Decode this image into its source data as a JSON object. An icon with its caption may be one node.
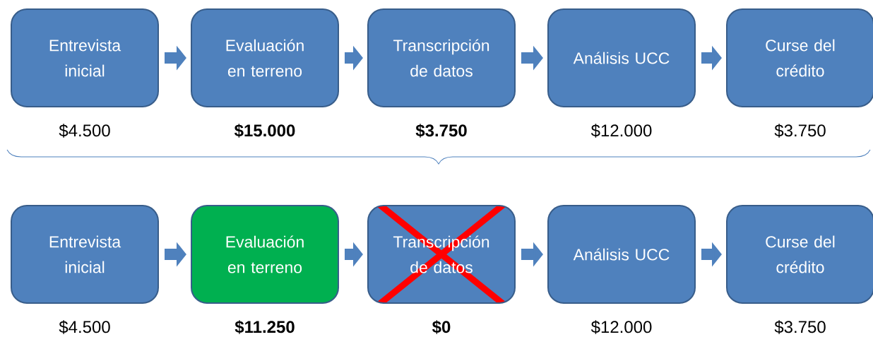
{
  "diagram": {
    "nodes": [
      {
        "text": [
          "Entrevista inicial"
        ],
        "beside": [
          "$4.500"
        ]
      },
      {
        "text": [
          "Evaluación en terreno"
        ],
        "beside": [
          "$15.000"
        ]
      },
      {
        "text": [
          "Transcripción de datos"
        ],
        "beside": [
          "$3.750"
        ]
      },
      {
        "text": [
          "Análisis UCC"
        ],
        "beside": [
          "$12.000"
        ]
      },
      {
        "text": [
          "Curse del crédito"
        ],
        "beside": [
          "$3.750"
        ]
      },
      {
        "text": [
          "Entrevista inicial"
        ],
        "beside": [
          "$4.500"
        ]
      },
      {
        "text": [
          "Evaluación en terreno"
        ],
        "beside": [
          "$11.250"
        ]
      },
      {
        "text": [
          "Transcripción de datos"
        ],
        "beside": [
          "$0"
        ]
      },
      {
        "text": [
          "Análisis UCC"
        ],
        "beside": [
          "$12.000"
        ]
      },
      {
        "text": [
          "Curse del crédito"
        ],
        "beside": [
          "$3.750"
        ]
      }
    ],
    "edges": [
      {
        "from": 0,
        "to": 1,
        "arrow": "to"
      },
      {
        "from": 1,
        "to": 2,
        "arrow": "to"
      },
      {
        "from": 2,
        "to": 3,
        "arrow": "to"
      },
      {
        "from": 3,
        "to": 4,
        "arrow": "to"
      },
      {
        "from": 5,
        "to": 6,
        "arrow": "to"
      },
      {
        "from": 6,
        "to": 7,
        "arrow": "to"
      },
      {
        "from": 7,
        "to": 8,
        "arrow": "to"
      },
      {
        "from": 8,
        "to": 9,
        "arrow": "to"
      }
    ]
  }
}
